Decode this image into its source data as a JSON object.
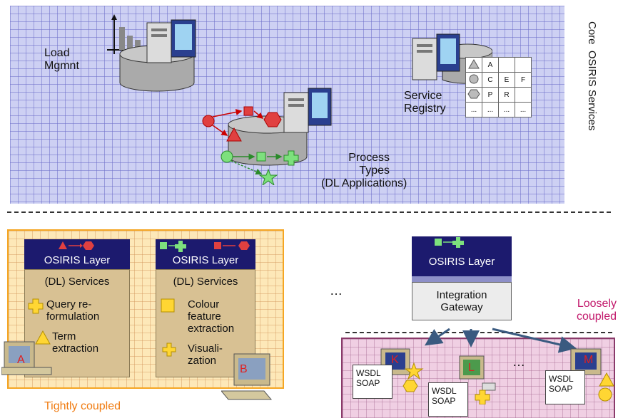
{
  "core": {
    "side_label": "Core  OSIRIS Services",
    "load_label": "Load\nMgmnt",
    "registry_label": "Service\nRegistry",
    "process_label": "Process\nTypes\n(DL Applications)",
    "registry_table": [
      [
        "A",
        "",
        ""
      ],
      [
        "C",
        "E",
        "F"
      ],
      [
        "P",
        "R",
        ""
      ],
      [
        "...",
        "...",
        "..."
      ]
    ]
  },
  "tight": {
    "caption": "Tightly coupled",
    "left": {
      "layer": "OSIRIS Layer",
      "services": "(DL) Services",
      "item1": "Query re-\nformulation",
      "item2": "Term\nextraction",
      "computer_letter": "A"
    },
    "right": {
      "layer": "OSIRIS Layer",
      "services": "(DL) Services",
      "item1": "Colour\nfeature\nextraction",
      "item2": "Visuali-\nzation",
      "computer_letter": "B"
    }
  },
  "loose": {
    "ellipsis_left": "…",
    "layer": "OSIRIS Layer",
    "gateway": "Integration\nGateway",
    "caption": "Loosely\ncoupled",
    "ellipsis_mid": "…",
    "wsdl_k": "WSDL\nSOAP",
    "wsdl_l": "WSDL\nSOAP",
    "wsdl_m": "WSDL\nSOAP",
    "letter_k": "K",
    "letter_l": "L",
    "letter_m": "M"
  },
  "colors": {
    "core_bg": "#cdd0f3",
    "tight_bg": "#fde8b8",
    "tight_border": "#f5a623",
    "loose_bg": "#f0cfe3",
    "osiris_layer": "#1c1a6e",
    "loose_caption": "#c2186b",
    "tight_caption": "#f07b10"
  }
}
